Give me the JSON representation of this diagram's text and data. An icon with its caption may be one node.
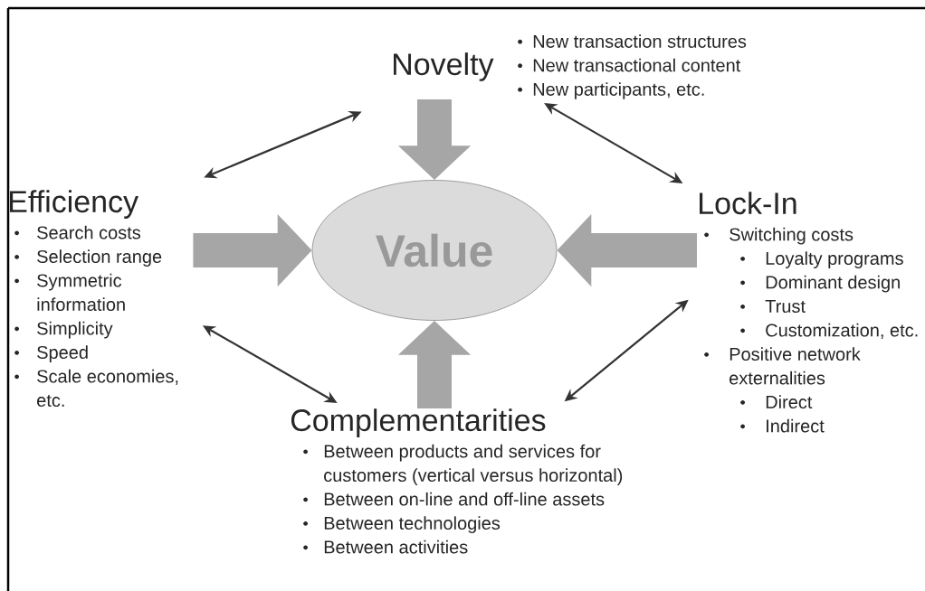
{
  "diagram": {
    "nodes": [
      {
        "text": [
          "Value"
        ]
      },
      {
        "text": [
          "Novelty",
          "New transaction structures",
          "New transactional content",
          "New participants, etc."
        ]
      },
      {
        "text": [
          "Efficiency",
          "Search costs",
          "Selection range",
          "Symmetric information",
          "Simplicity",
          "Speed",
          "Scale economies, etc."
        ]
      },
      {
        "text": [
          "Lock-In",
          "Switching costs",
          "Loyalty programs",
          "Dominant design",
          "Trust",
          "Customization, etc.",
          "Positive network externalities",
          "Direct",
          "Indirect"
        ]
      },
      {
        "text": [
          "Complementarities",
          "Between products and services for customers (vertical versus horizontal)",
          "Between on-line and off-line assets",
          "Between technologies",
          "Between activities"
        ]
      }
    ],
    "edges": [
      {
        "from": 1,
        "to": 0,
        "arrow": "to",
        "style": "thick"
      },
      {
        "from": 2,
        "to": 0,
        "arrow": "to",
        "style": "thick"
      },
      {
        "from": 3,
        "to": 0,
        "arrow": "to",
        "style": "thick"
      },
      {
        "from": 4,
        "to": 0,
        "arrow": "to",
        "style": "thick"
      },
      {
        "from": 2,
        "to": 1,
        "arrow": "both",
        "color": "#333333"
      },
      {
        "from": 1,
        "to": 3,
        "arrow": "both",
        "color": "#333333"
      },
      {
        "from": 2,
        "to": 4,
        "arrow": "both",
        "color": "#333333"
      },
      {
        "from": 4,
        "to": 3,
        "arrow": "both",
        "color": "#333333"
      }
    ]
  }
}
